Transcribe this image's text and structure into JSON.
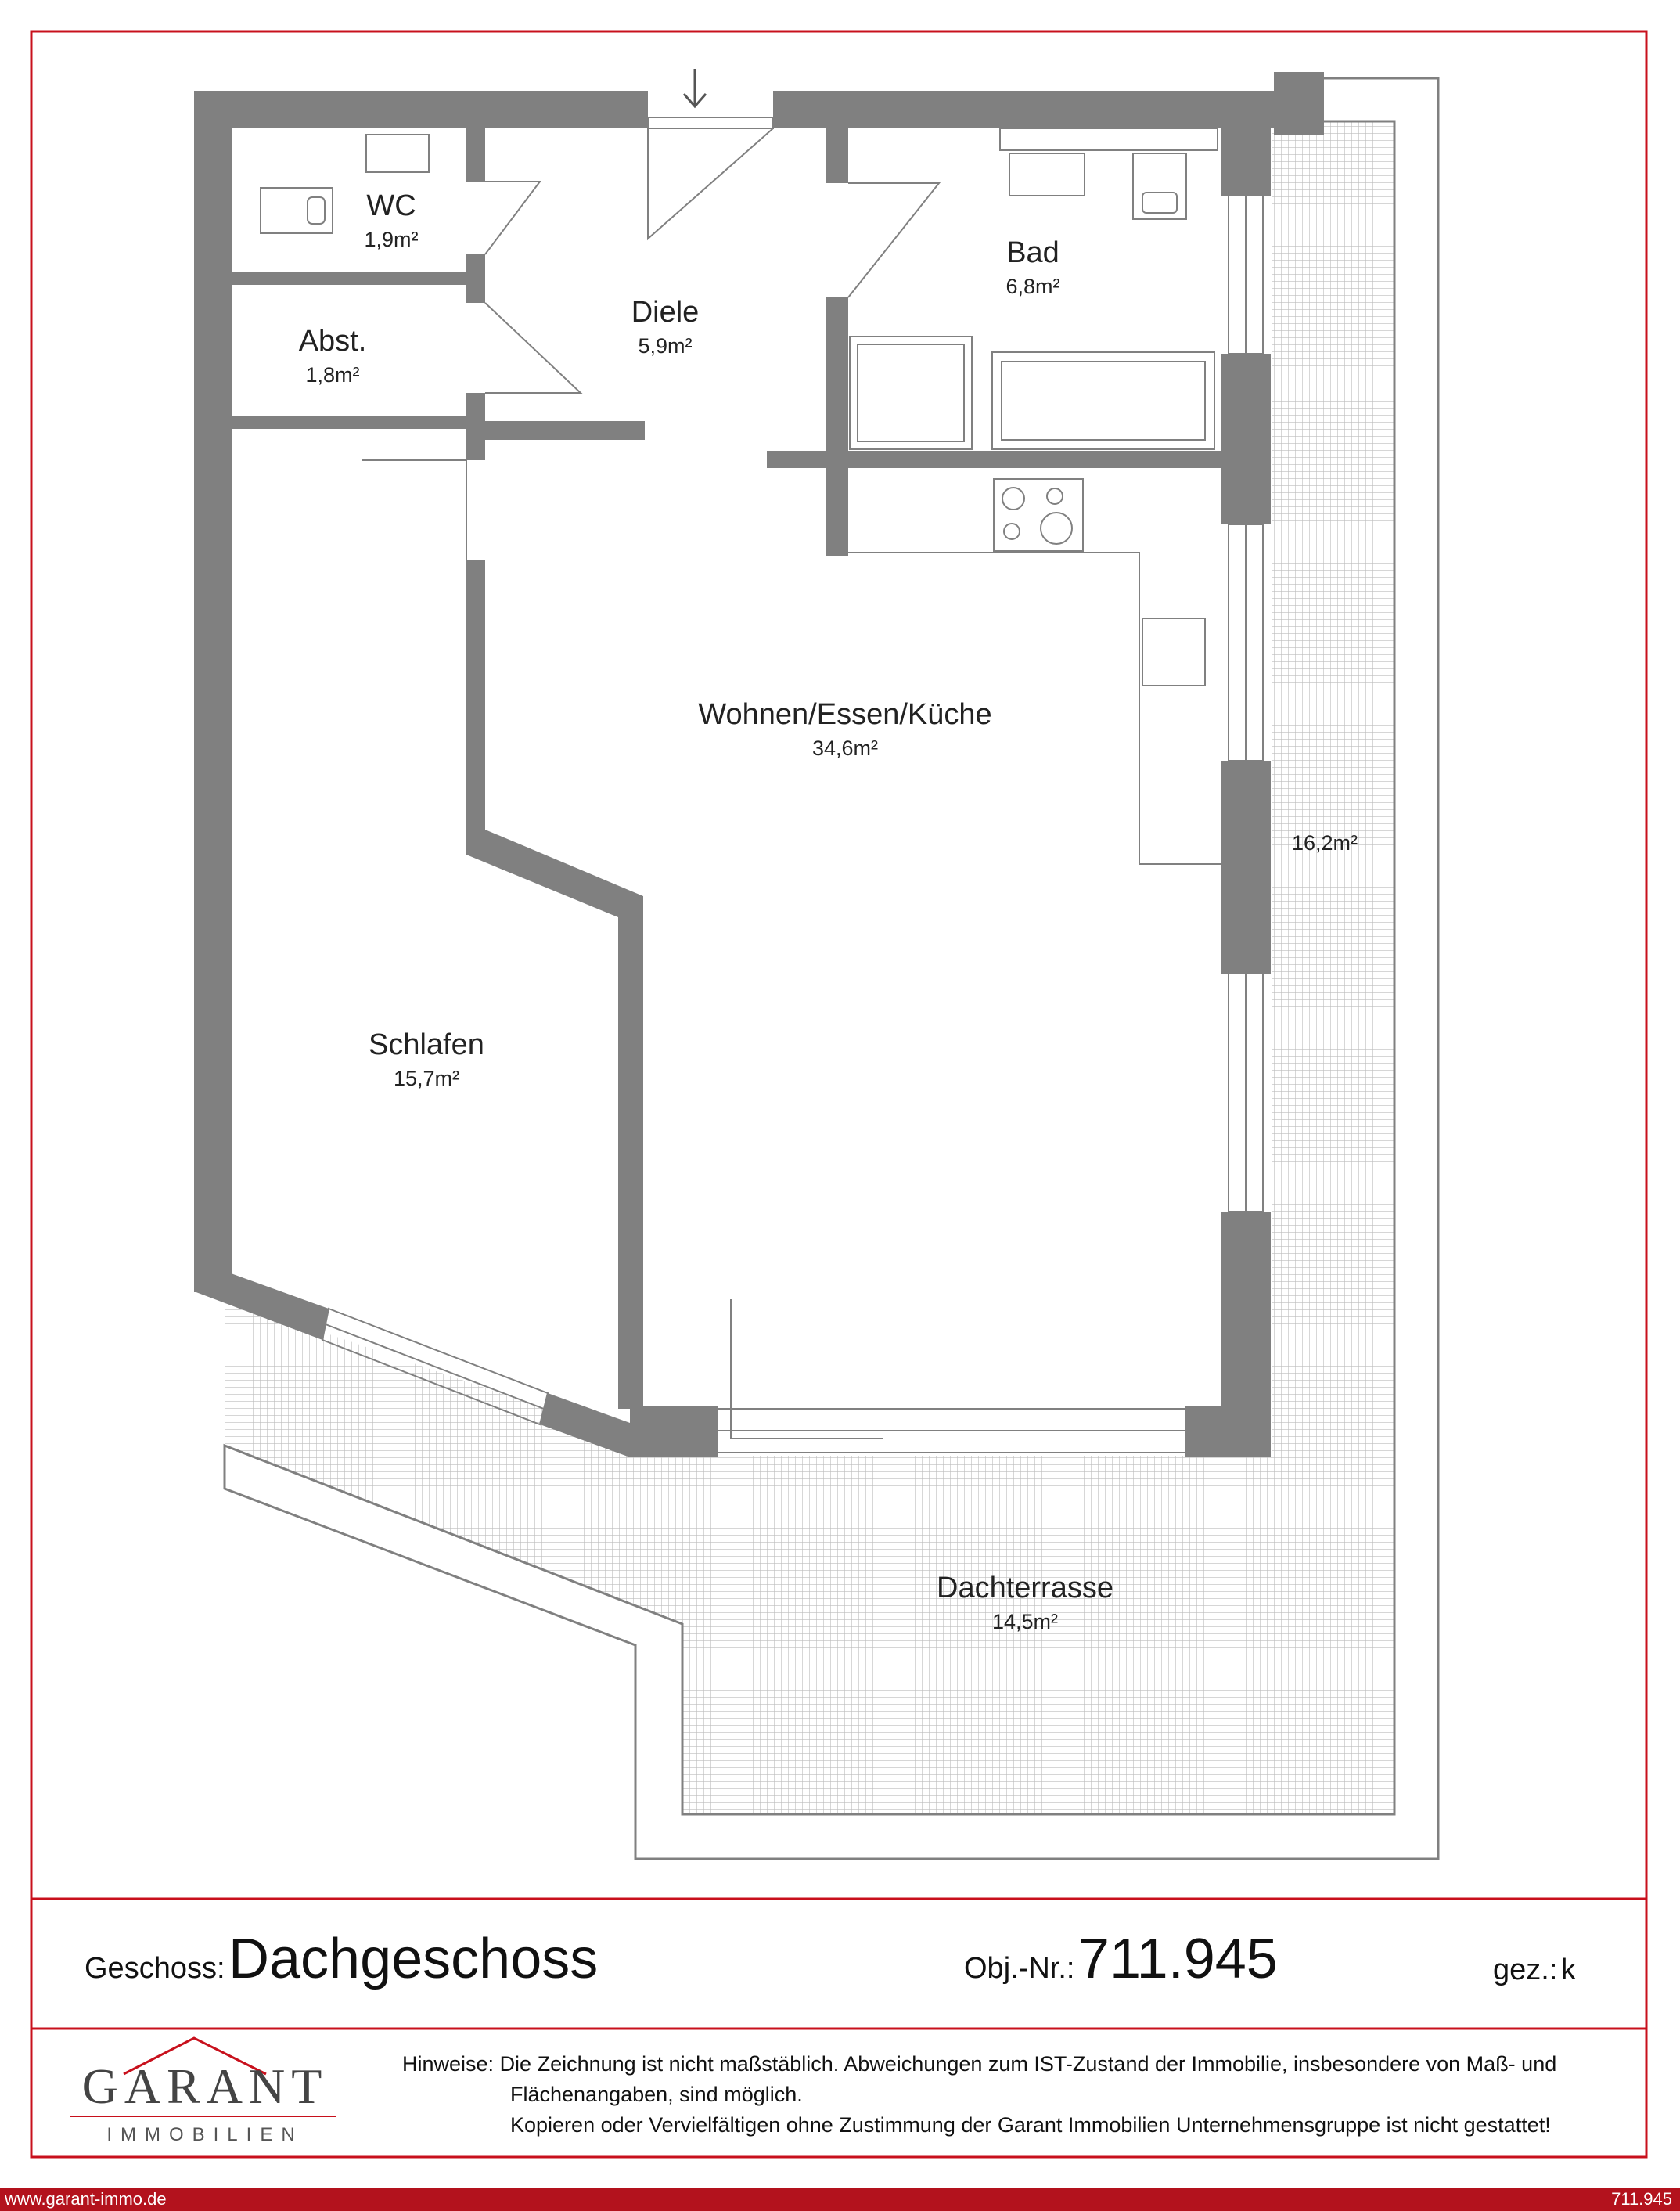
{
  "rooms": {
    "wc": {
      "name": "WC",
      "area": "1,9m²"
    },
    "abst": {
      "name": "Abst.",
      "area": "1,8m²"
    },
    "diele": {
      "name": "Diele",
      "area": "5,9m²"
    },
    "bad": {
      "name": "Bad",
      "area": "6,8m²"
    },
    "wohnen": {
      "name": "Wohnen/Essen/Küche",
      "area": "34,6m²"
    },
    "schlafen": {
      "name": "Schlafen",
      "area": "15,7m²"
    },
    "balkon_side": {
      "area": "16,2m²"
    },
    "dachterrasse": {
      "name": "Dachterrasse",
      "area": "14,5m²"
    }
  },
  "footer": {
    "geschoss_label": "Geschoss:",
    "geschoss_value": "Dachgeschoss",
    "obj_label": "Obj.-Nr.:",
    "obj_value": "711.945",
    "gez_label": "gez.:",
    "gez_value": "k",
    "logo_main": "GARANT",
    "logo_sub": "IMMOBILIEN",
    "hinweise_label": "Hinweise:",
    "hinweise_line1": "Die Zeichnung ist nicht maßstäblich. Abweichungen zum IST-Zustand der Immobilie, insbesondere von Maß- und",
    "hinweise_line2": "Flächenangaben, sind möglich.",
    "hinweise_line3": "Kopieren oder Vervielfältigen ohne Zustimmung der Garant Immobilien Unternehmensgruppe ist nicht gestattet!",
    "website": "www.garant-immo.de",
    "ref": "711.945"
  },
  "colors": {
    "wall": "#808080",
    "frame": "#c8101c",
    "grid": "#bdbdbd",
    "bar": "#b3121d"
  }
}
